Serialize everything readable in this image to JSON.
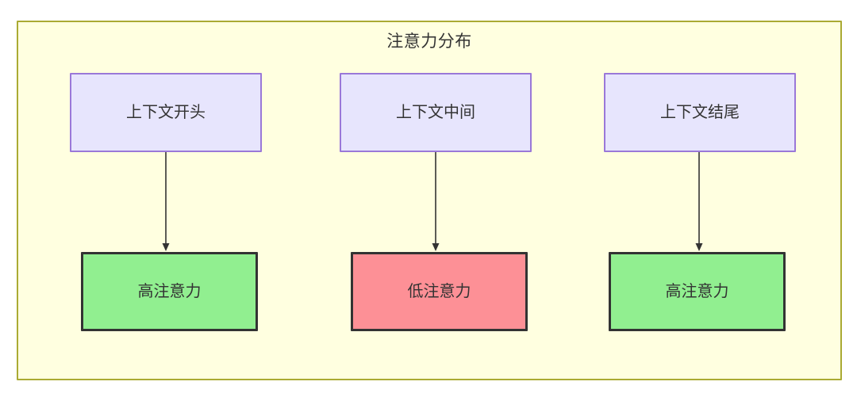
{
  "diagram": {
    "type": "flowchart",
    "direction": "top-to-bottom",
    "container": {
      "title": "注意力分布",
      "fill_color": "#ffffe0",
      "border_color": "#aaaa33"
    },
    "nodes": [
      {
        "id": "ctx-start",
        "label": "上下文开头",
        "row": "top",
        "column": 0,
        "fill_color": "#e7e5fd",
        "border_color": "#9a78d8"
      },
      {
        "id": "ctx-middle",
        "label": "上下文中间",
        "row": "top",
        "column": 1,
        "fill_color": "#e7e5fd",
        "border_color": "#9a78d8"
      },
      {
        "id": "ctx-end",
        "label": "上下文结尾",
        "row": "top",
        "column": 2,
        "fill_color": "#e7e5fd",
        "border_color": "#9a78d8"
      },
      {
        "id": "attn-high-start",
        "label": "高注意力",
        "row": "bottom",
        "column": 0,
        "fill_color": "#91ef90",
        "border_color": "#333333"
      },
      {
        "id": "attn-low-middle",
        "label": "低注意力",
        "row": "bottom",
        "column": 1,
        "fill_color": "#fd9096",
        "border_color": "#333333"
      },
      {
        "id": "attn-high-end",
        "label": "高注意力",
        "row": "bottom",
        "column": 2,
        "fill_color": "#91ef90",
        "border_color": "#333333"
      }
    ],
    "edges": [
      {
        "from": "ctx-start",
        "to": "attn-high-start",
        "label": "",
        "arrow": "filled-triangle"
      },
      {
        "from": "ctx-middle",
        "to": "attn-low-middle",
        "label": "",
        "arrow": "filled-triangle"
      },
      {
        "from": "ctx-end",
        "to": "attn-high-end",
        "label": "",
        "arrow": "filled-triangle"
      }
    ],
    "edge_color": "#333333"
  }
}
